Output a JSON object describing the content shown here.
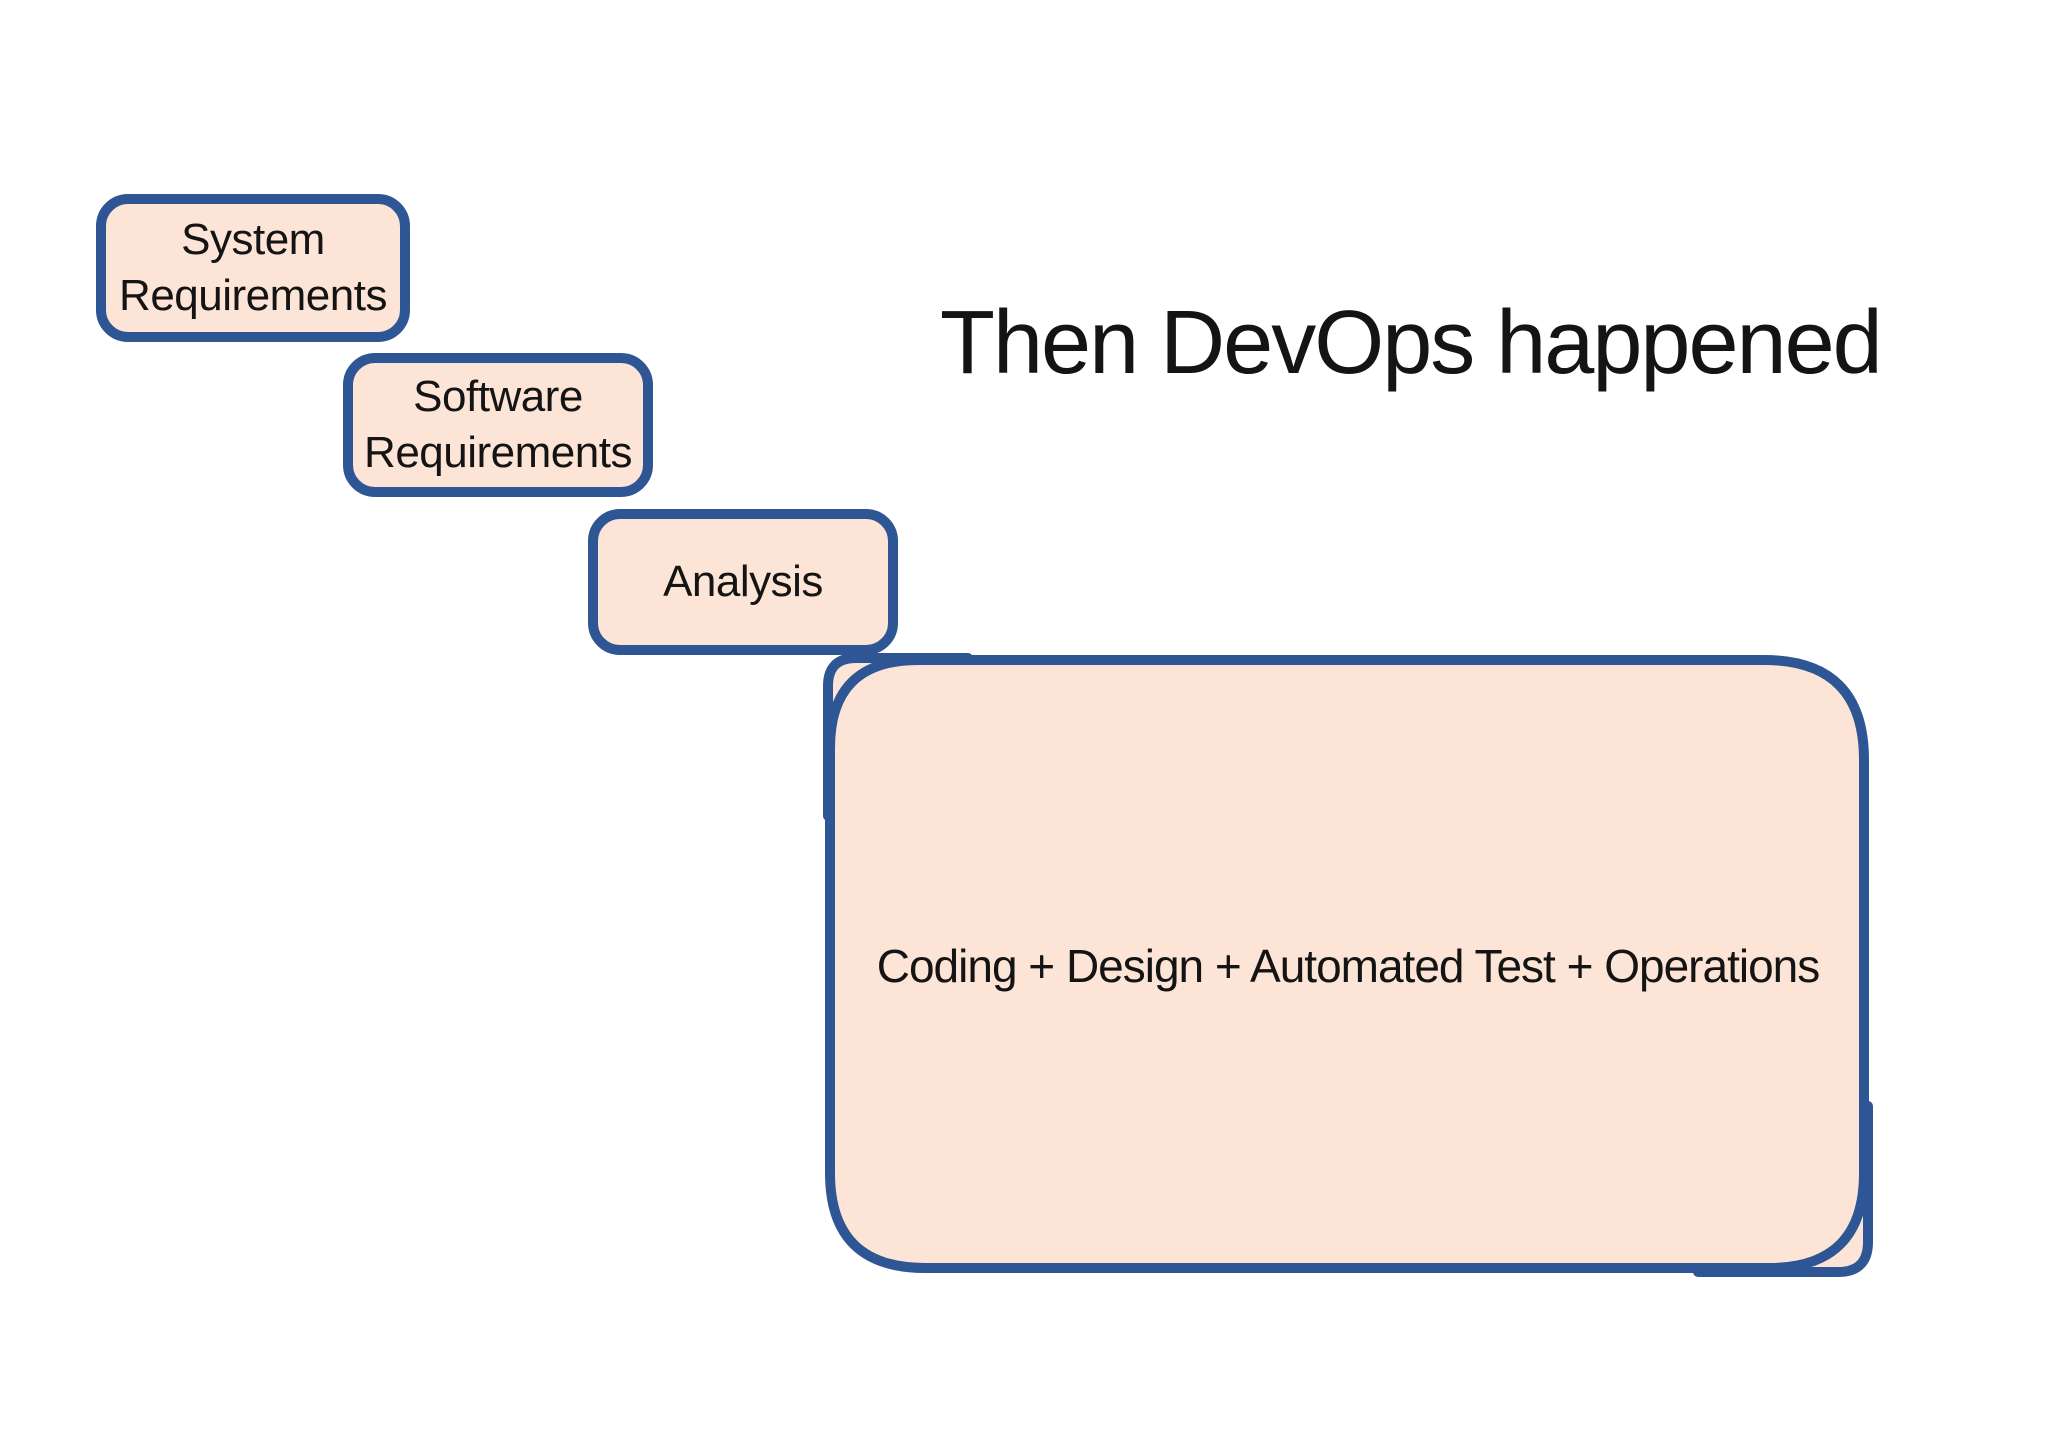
{
  "slide": {
    "title": "Then DevOps happened"
  },
  "steps": [
    {
      "label": "System\nRequirements"
    },
    {
      "label": "Software\nRequirements"
    },
    {
      "label": "Analysis"
    }
  ],
  "merged_box": {
    "label": "Coding + Design + Automated Test + Operations"
  },
  "colors": {
    "box_fill": "#fce4d6",
    "box_border": "#2f5694",
    "text": "#141414",
    "background": "#ffffff"
  }
}
